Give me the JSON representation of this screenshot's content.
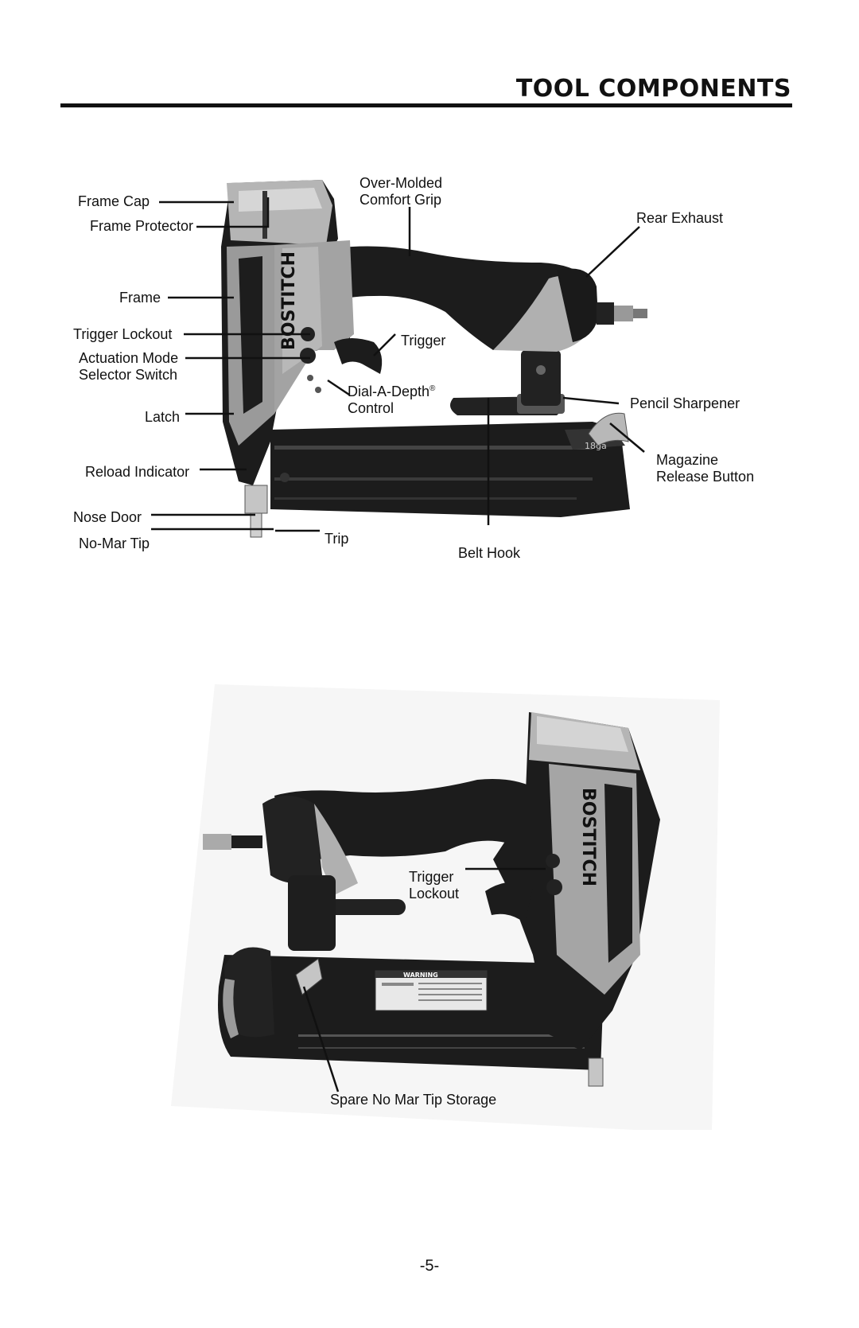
{
  "header": {
    "title": "TOOL COMPONENTS"
  },
  "figure1": {
    "brand_text": "BOSTITCH",
    "gauge_text": "18ga",
    "labels": {
      "frame_cap": "Frame Cap",
      "frame_protector": "Frame Protector",
      "frame": "Frame",
      "trigger_lockout": "Trigger Lockout",
      "actuation_mode_line1": "Actuation Mode",
      "actuation_mode_line2": "Selector Switch",
      "latch": "Latch",
      "reload_indicator": "Reload Indicator",
      "nose_door": "Nose Door",
      "no_mar_tip": "No-Mar Tip",
      "over_molded_line1": "Over-Molded",
      "over_molded_line2": "Comfort Grip",
      "rear_exhaust": "Rear Exhaust",
      "trigger": "Trigger",
      "dial_a_depth": "Dial-A-Depth",
      "dial_a_depth_mark": "®",
      "control": "Control",
      "pencil_sharpener": "Pencil Sharpener",
      "magazine_line1": "Magazine",
      "magazine_line2": "Release Button",
      "trip": "Trip",
      "belt_hook": "Belt Hook"
    }
  },
  "figure2": {
    "brand_text": "BOSTITCH",
    "warning_text": "WARNING",
    "labels": {
      "trigger_lockout_line1": "Trigger",
      "trigger_lockout_line2": "Lockout",
      "spare_tip_storage": "Spare No Mar Tip Storage"
    }
  },
  "footer": {
    "page_number": "-5-"
  },
  "colors": {
    "ink": "#111111",
    "tool_dark": "#1c1c1c",
    "tool_silver": "#a9a9a9",
    "tool_light": "#d4d4d4"
  }
}
